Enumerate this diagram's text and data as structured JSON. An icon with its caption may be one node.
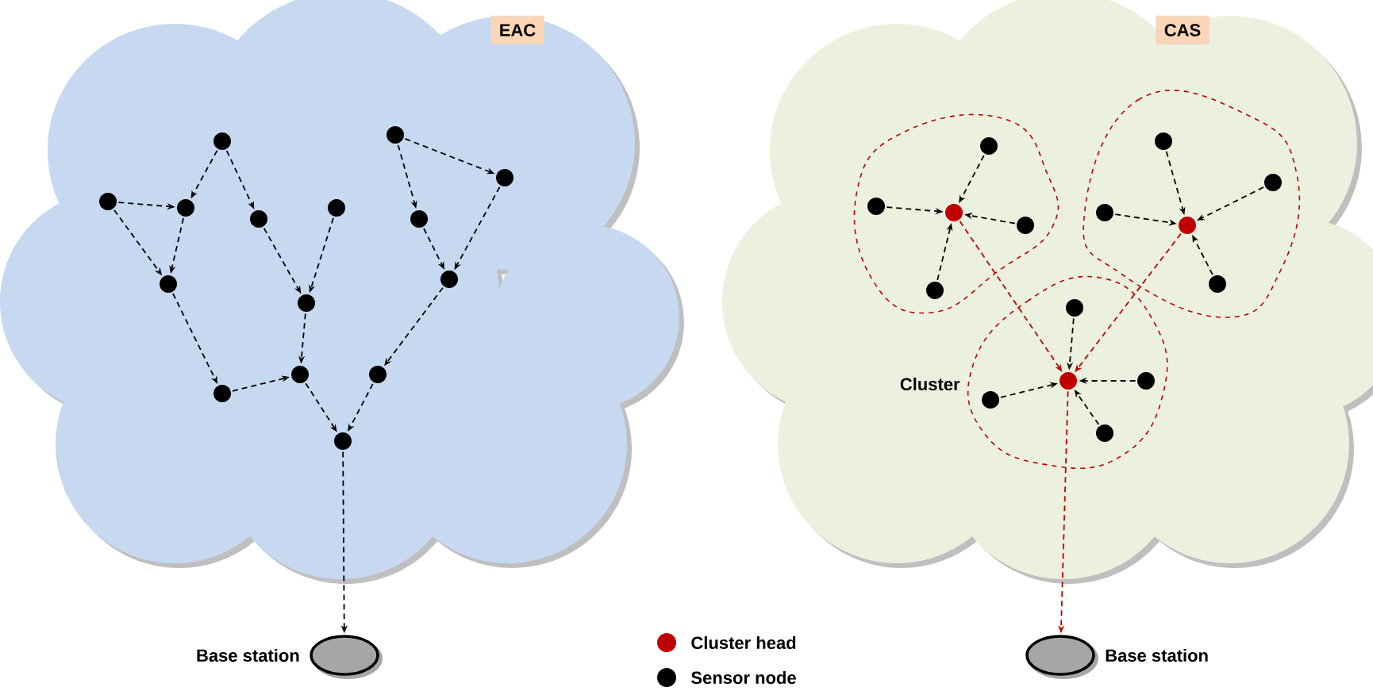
{
  "diagram": {
    "nodes": [
      {
        "text": [
          "EAC"
        ]
      },
      {
        "text": [
          "CAS"
        ]
      },
      {
        "text": [],
        "shape": "circle",
        "in": 0
      },
      {
        "text": [],
        "shape": "circle",
        "in": 0
      },
      {
        "text": [],
        "shape": "circle",
        "in": 0
      },
      {
        "text": [],
        "shape": "circle",
        "in": 0
      },
      {
        "text": [],
        "shape": "circle",
        "in": 0
      },
      {
        "text": [],
        "shape": "circle",
        "in": 0
      },
      {
        "text": [],
        "shape": "circle",
        "in": 0
      },
      {
        "text": [],
        "shape": "circle",
        "in": 0
      },
      {
        "text": [],
        "shape": "circle",
        "in": 0
      },
      {
        "text": [],
        "shape": "circle",
        "in": 0
      },
      {
        "text": [],
        "shape": "circle",
        "in": 0
      },
      {
        "text": [],
        "shape": "circle",
        "in": 0
      },
      {
        "text": [],
        "shape": "circle",
        "in": 0
      },
      {
        "text": [],
        "shape": "circle",
        "in": 0
      },
      {
        "text": [],
        "shape": "circle",
        "in": 0
      },
      {
        "text": [],
        "shape": "ellipse",
        "beside": [
          "Base station"
        ]
      },
      {
        "text": [],
        "shape": "blob",
        "in": 1
      },
      {
        "text": [],
        "shape": "blob",
        "in": 1
      },
      {
        "text": [],
        "shape": "blob",
        "in": 1,
        "beside": [
          "Cluster"
        ]
      },
      {
        "text": [],
        "shape": "circle",
        "in": 18
      },
      {
        "text": [],
        "shape": "circle",
        "in": 18
      },
      {
        "text": [],
        "shape": "circle",
        "in": 18
      },
      {
        "text": [],
        "shape": "circle",
        "in": 18
      },
      {
        "text": [],
        "shape": "circle",
        "in": 18
      },
      {
        "text": [],
        "shape": "circle",
        "in": 19
      },
      {
        "text": [],
        "shape": "circle",
        "in": 19
      },
      {
        "text": [],
        "shape": "circle",
        "in": 19
      },
      {
        "text": [],
        "shape": "circle",
        "in": 19
      },
      {
        "text": [],
        "shape": "circle",
        "in": 19
      },
      {
        "text": [],
        "shape": "circle",
        "in": 20
      },
      {
        "text": [],
        "shape": "circle",
        "in": 20
      },
      {
        "text": [],
        "shape": "circle",
        "in": 20
      },
      {
        "text": [],
        "shape": "circle",
        "in": 20
      },
      {
        "text": [],
        "shape": "circle",
        "in": 20
      },
      {
        "text": [],
        "shape": "ellipse",
        "beside": [
          "Base station"
        ]
      }
    ],
    "edges": [
      {
        "from": 2,
        "to": 4,
        "arrow": "to"
      },
      {
        "from": 2,
        "to": 5,
        "arrow": "to"
      },
      {
        "from": 3,
        "to": 4,
        "arrow": "to"
      },
      {
        "from": 3,
        "to": 10,
        "arrow": "to"
      },
      {
        "from": 4,
        "to": 10,
        "arrow": "to"
      },
      {
        "from": 5,
        "to": 11,
        "arrow": "to"
      },
      {
        "from": 6,
        "to": 11,
        "arrow": "to"
      },
      {
        "from": 7,
        "to": 8,
        "arrow": "to"
      },
      {
        "from": 7,
        "to": 9,
        "arrow": "to"
      },
      {
        "from": 8,
        "to": 12,
        "arrow": "to"
      },
      {
        "from": 9,
        "to": 12,
        "arrow": "to"
      },
      {
        "from": 10,
        "to": 13,
        "arrow": "to"
      },
      {
        "from": 13,
        "to": 14,
        "arrow": "to"
      },
      {
        "from": 11,
        "to": 14,
        "arrow": "to"
      },
      {
        "from": 12,
        "to": 15,
        "arrow": "to"
      },
      {
        "from": 14,
        "to": 16,
        "arrow": "to"
      },
      {
        "from": 15,
        "to": 16,
        "arrow": "to"
      },
      {
        "from": 16,
        "to": 17,
        "arrow": "to"
      },
      {
        "from": 22,
        "to": 21,
        "arrow": "to"
      },
      {
        "from": 23,
        "to": 21,
        "arrow": "to"
      },
      {
        "from": 24,
        "to": 21,
        "arrow": "to"
      },
      {
        "from": 25,
        "to": 21,
        "arrow": "to"
      },
      {
        "from": 27,
        "to": 26,
        "arrow": "to"
      },
      {
        "from": 28,
        "to": 26,
        "arrow": "to"
      },
      {
        "from": 29,
        "to": 26,
        "arrow": "to"
      },
      {
        "from": 30,
        "to": 26,
        "arrow": "to"
      },
      {
        "from": 32,
        "to": 31,
        "arrow": "to"
      },
      {
        "from": 33,
        "to": 31,
        "arrow": "to"
      },
      {
        "from": 34,
        "to": 31,
        "arrow": "to"
      },
      {
        "from": 35,
        "to": 31,
        "arrow": "to"
      },
      {
        "from": 21,
        "to": 31,
        "arrow": "to",
        "color": "#c00000"
      },
      {
        "from": 26,
        "to": 31,
        "arrow": "to",
        "color": "#c00000"
      },
      {
        "from": 31,
        "to": 36,
        "arrow": "to",
        "color": "#c00000"
      }
    ],
    "legend": [
      {
        "text": "Cluster head",
        "color": "#c00000"
      },
      {
        "text": "Sensor node",
        "color": "#000000"
      }
    ]
  }
}
